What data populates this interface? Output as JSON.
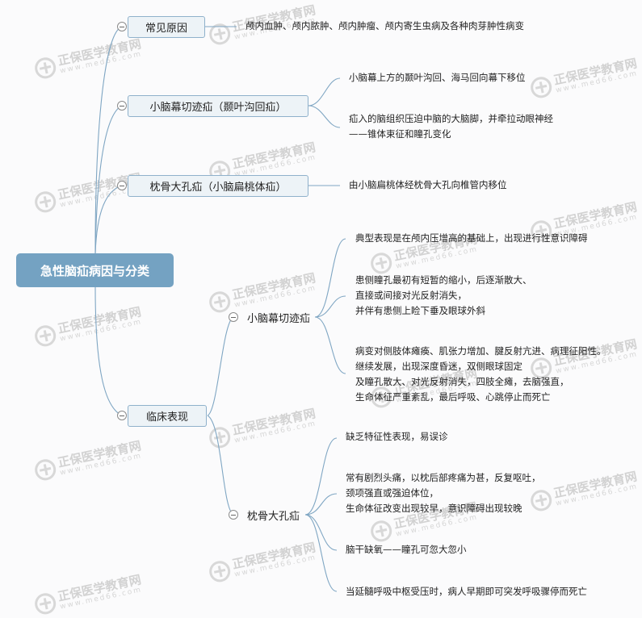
{
  "root": {
    "label": "急性脑疝病因与分类"
  },
  "branches": [
    {
      "label": "常见原因",
      "leaves": [
        "颅内血肿、颅内脓肿、颅内肿瘤、颅内寄生虫病及各种肉芽肿性病变"
      ]
    },
    {
      "label": "小脑幕切迹疝（颞叶沟回疝）",
      "leaves": [
        "小脑幕上方的颞叶沟回、海马回向幕下移位",
        "疝入的脑组织压迫中脑的大脑脚，并牵拉动眼神经\n——锥体束征和瞳孔变化"
      ]
    },
    {
      "label": "枕骨大孔疝（小脑扁桃体疝）",
      "leaves": [
        "由小脑扁桃体经枕骨大孔向椎管内移位"
      ]
    },
    {
      "label": "临床表现",
      "children": [
        {
          "label": "小脑幕切迹疝",
          "leaves": [
            "典型表现是在颅内压增高的基础上，出现进行性意识障碍",
            "患侧瞳孔最初有短暂的缩小，后逐渐散大、\n直接或间接对光反射消失，\n并伴有患侧上睑下垂及眼球外斜",
            "病变对侧肢体瘫痪、肌张力增加、腱反射亢进、病理征阳性。\n继续发展，出现深度昏迷，双侧眼球固定\n及瞳孔散大、对光反射消失，四肢全瘫，去脑强直，\n生命体征严重紊乱，最后呼吸、心跳停止而死亡"
          ]
        },
        {
          "label": "枕骨大孔疝",
          "leaves": [
            "缺乏特征性表现，易误诊",
            "常有剧烈头痛，以枕后部疼痛为甚，反复呕吐，\n颈项强直或强迫体位，\n生命体征改变出现较早，意识障碍出现较晚",
            "脑干缺氧——瞳孔可忽大忽小",
            "当延髓呼吸中枢受压时，病人早期即可突发呼吸骤停而死亡"
          ]
        }
      ]
    }
  ],
  "watermark": {
    "name": "正保医学教育网",
    "url": "www.med66.com"
  },
  "colors": {
    "root_fill": "#74a2c2",
    "node_fill": "#edf3f7",
    "node_border": "#8fb1cb",
    "line": "#7fa6c3"
  }
}
